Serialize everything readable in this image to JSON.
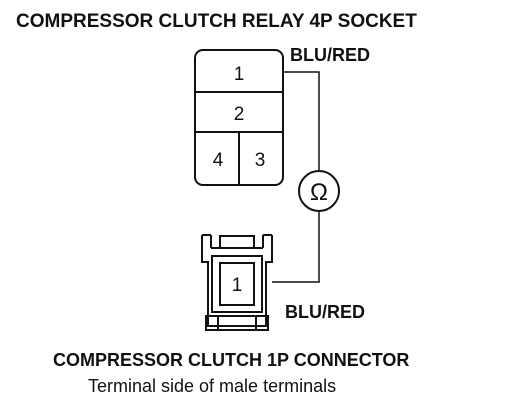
{
  "diagram": {
    "socket_title": "COMPRESSOR CLUTCH RELAY 4P SOCKET",
    "socket_wire_label": "BLU/RED",
    "socket_terminals": [
      "1",
      "2",
      "4",
      "3"
    ],
    "meter_symbol": "Ω",
    "connector_terminal": "1",
    "connector_wire_label": "BLU/RED",
    "connector_title": "COMPRESSOR CLUTCH 1P CONNECTOR",
    "connector_subtitle": "Terminal side of male terminals"
  },
  "colors": {
    "ink": "#111111",
    "background": "#ffffff"
  }
}
